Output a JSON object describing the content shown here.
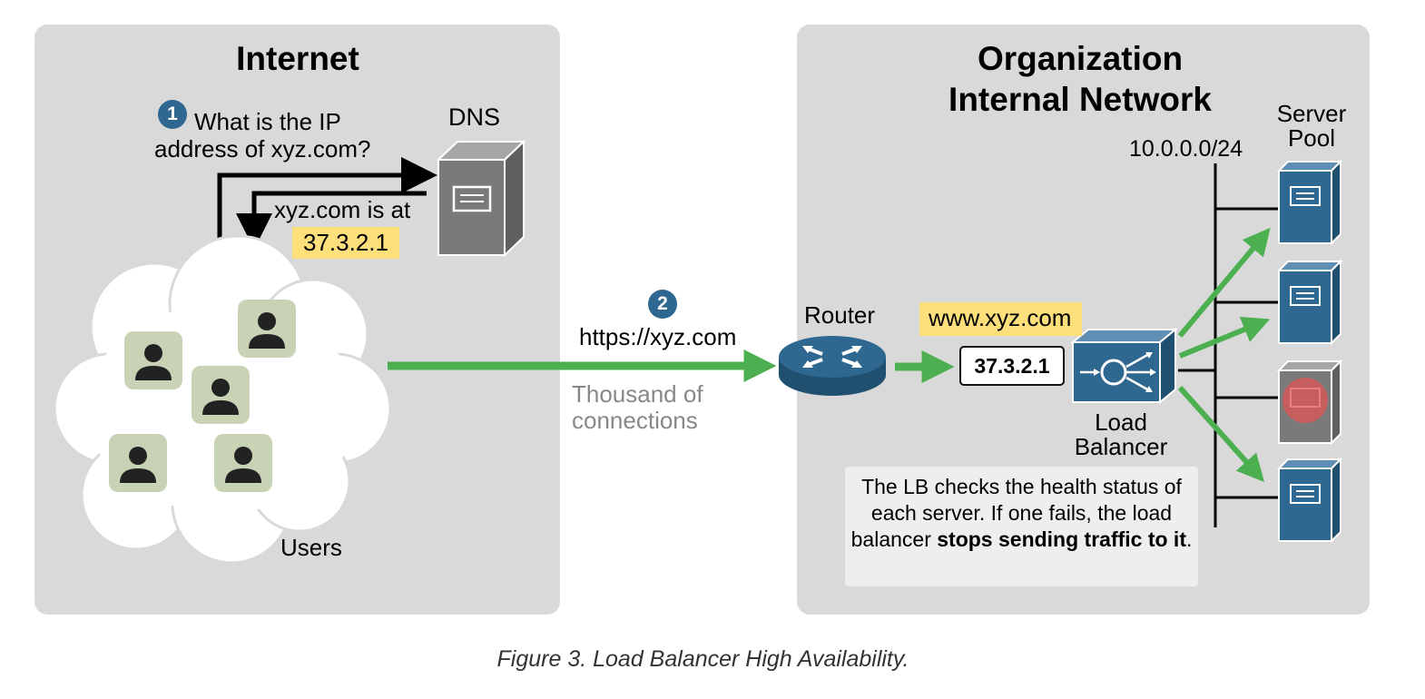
{
  "internet": {
    "title": "Internet",
    "step1_number": "1",
    "step1_question": "What is the IP address of xyz.com?",
    "dns_label": "DNS",
    "dns_reply": "xyz.com is at",
    "dns_reply_ip": "37.3.2.1",
    "users_label": "Users"
  },
  "connection": {
    "step2_number": "2",
    "url": "https://xyz.com",
    "connections_note": "Thousand of connections"
  },
  "organization": {
    "title_line1": "Organization",
    "title_line2": "Internal Network",
    "router_label": "Router",
    "domain": "www.xyz.com",
    "public_ip": "37.3.2.1",
    "lb_label_line1": "Load",
    "lb_label_line2": "Balancer",
    "subnet": "10.0.0.0/24",
    "server_pool_line1": "Server",
    "server_pool_line2": "Pool",
    "note_text": "The LB checks the health status of each server. If one fails, the load balancer",
    "note_bold": "stops sending traffic to it",
    "note_end": "."
  },
  "caption": "Figure 3. Load Balancer High Availability.",
  "colors": {
    "panel": "#d9d9d9",
    "server_blue": "#2e6790",
    "server_gray": "#7a7a7a",
    "arrow_green": "#4caf50",
    "highlight": "#fde07c",
    "user_tile": "#c8d3b6",
    "failed_red": "#e05555"
  },
  "icons": [
    "server-icon",
    "router-icon",
    "load-balancer-icon",
    "user-icon",
    "cloud-icon",
    "failed-server-icon"
  ]
}
